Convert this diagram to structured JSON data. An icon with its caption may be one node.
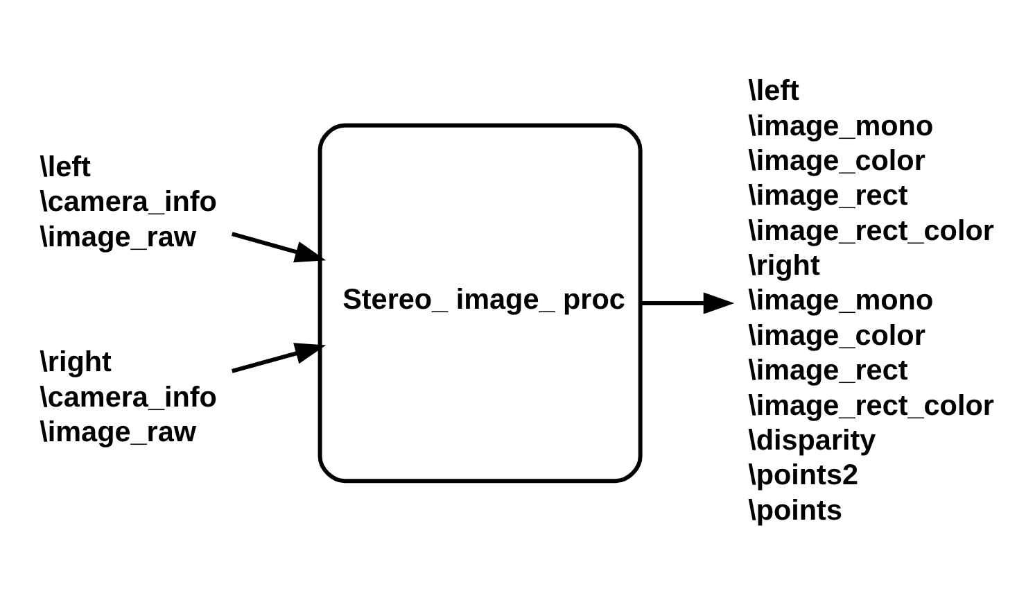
{
  "diagram": {
    "nodes": [
      {
        "text": [
          "\\left",
          "\\camera_info",
          "\\image_raw"
        ]
      },
      {
        "text": [
          "\\right",
          "\\camera_info",
          "\\image_raw"
        ]
      },
      {
        "text": [
          "Stereo_ image_ proc"
        ]
      },
      {
        "text": [
          "\\left",
          "\\image_mono",
          "\\image_color",
          "\\image_rect",
          "\\image_rect_color",
          "\\right",
          "\\image_mono",
          "\\image_color",
          "\\image_rect",
          "\\image_rect_color",
          "\\disparity",
          "\\points2",
          "\\points"
        ]
      }
    ],
    "edges": [
      {
        "from": 0,
        "to": 2,
        "arrow": "to"
      },
      {
        "from": 1,
        "to": 2,
        "arrow": "to"
      },
      {
        "from": 2,
        "to": 3,
        "arrow": "to"
      }
    ]
  }
}
